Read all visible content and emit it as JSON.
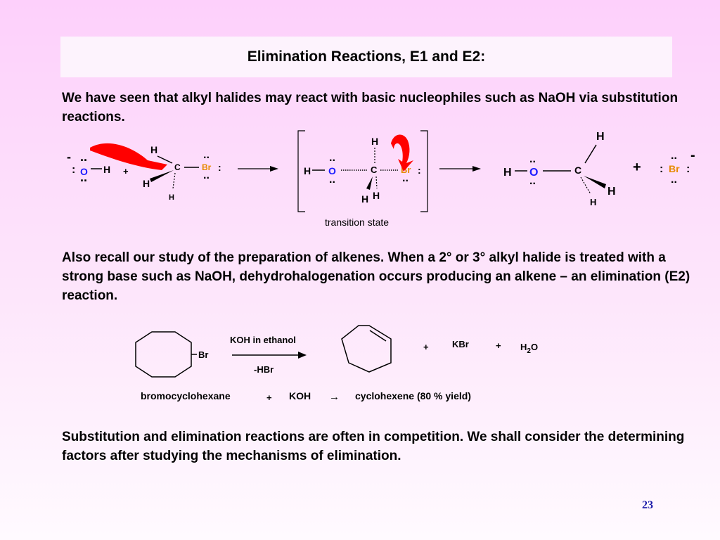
{
  "title": "Elimination Reactions, E1 and E2:",
  "paragraph1": "We have seen that alkyl halides may react with basic nucleophiles such as NaOH via substitution reactions.",
  "paragraph2": "Also recall our study of the preparation of alkenes.  When a 2° or 3° alkyl halide is treated with a strong base such as NaOH, dehydrohalogenation occurs producing an alkene – an elimination (E2) reaction.",
  "paragraph3": "Substitution and elimination reactions are often in competition.  We shall consider the determining factors after studying the mechanisms of elimination.",
  "sn2": {
    "minus": "-",
    "colon": ":",
    "lone_pair": "..",
    "oxygen": "O",
    "hydrogen": "H",
    "carbon": "C",
    "bromine": "Br",
    "plus": "+",
    "transition_state": "transition state"
  },
  "e2": {
    "reagent_top": "KOH in ethanol",
    "reagent_bottom": "-HBr",
    "substituent": "Br",
    "plus": "+",
    "kbr": "KBr",
    "water_h": "H",
    "water_sub": "2",
    "water_o": "O",
    "caption_reactant": "bromocyclohexane",
    "caption_plus": "+",
    "caption_base": "KOH",
    "caption_arrow": "→",
    "caption_product": "cyclohexene (80 % yield)"
  },
  "slide_number": "23",
  "colors": {
    "oxygen": "#1a1aff",
    "bromine": "#e68a00",
    "arrow_red": "#ff0000",
    "slide_number": "#1a1aa8"
  }
}
